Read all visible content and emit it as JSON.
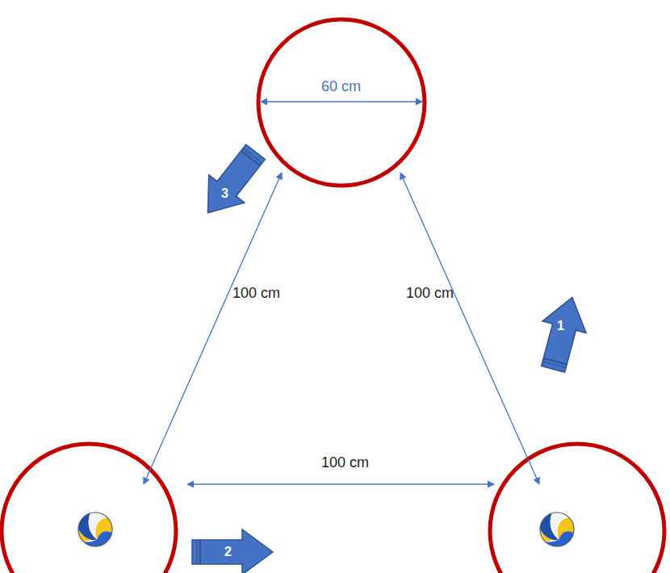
{
  "diagram": {
    "labels": [
      "60 cm",
      "100 cm",
      "100 cm",
      "100 cm",
      "1",
      "2",
      "3"
    ]
  }
}
